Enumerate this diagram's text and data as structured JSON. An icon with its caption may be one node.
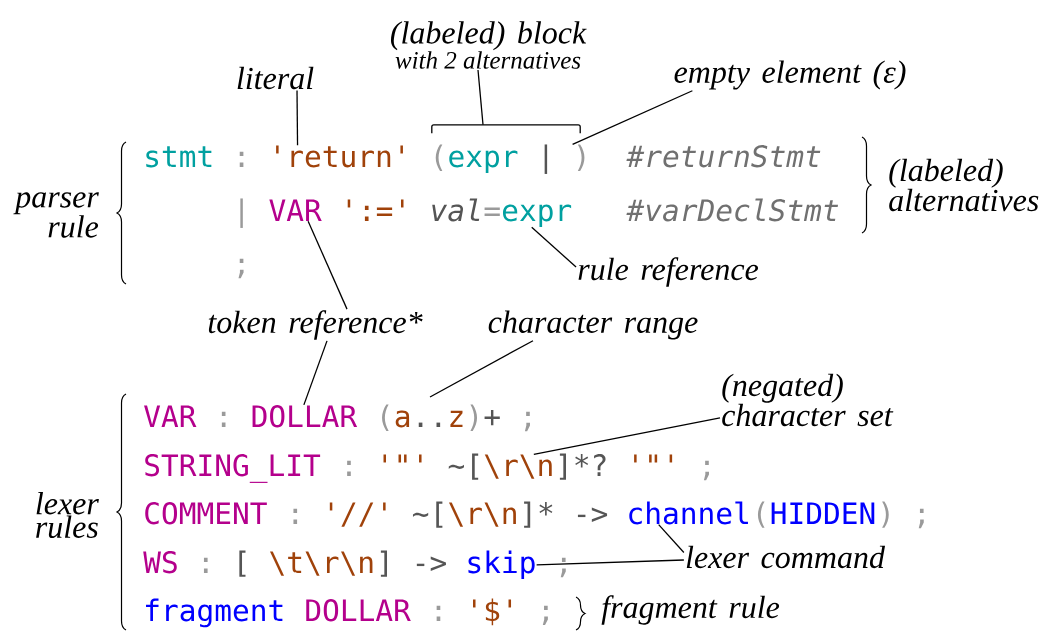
{
  "diagram": {
    "nodes": [
      {
        "text": [
          "(labeled) block",
          "with 2 alternatives"
        ]
      },
      {
        "text": [
          "literal"
        ]
      },
      {
        "text": [
          "empty element (ε)"
        ]
      },
      {
        "text": [],
        "shape": "bracket"
      },
      {
        "text": [
          "'return'"
        ]
      },
      {
        "text": [
          ")"
        ]
      },
      {
        "text": [
          "VAR"
        ]
      },
      {
        "text": [
          "expr"
        ]
      },
      {
        "text": [
          "rule reference"
        ]
      },
      {
        "text": [
          "token reference*"
        ]
      },
      {
        "text": [
          "character range"
        ]
      },
      {
        "text": [
          "(negated) character set"
        ]
      },
      {
        "text": [
          "DOLLAR"
        ]
      },
      {
        "text": [
          "channel"
        ]
      },
      {
        "text": [
          "lexer command"
        ]
      },
      {
        "text": [
          "skip"
        ]
      },
      {
        "text": [
          "\\r\\n"
        ]
      }
    ],
    "edges": [
      {
        "from": 1,
        "to": 4,
        "arrow": "none"
      },
      {
        "from": 0,
        "to": 3,
        "arrow": "none"
      },
      {
        "from": 2,
        "to": 5,
        "arrow": "none"
      },
      {
        "from": 8,
        "to": 7,
        "arrow": "none"
      },
      {
        "from": 9,
        "to": 6,
        "arrow": "none"
      },
      {
        "from": 9,
        "to": 12,
        "arrow": "none"
      },
      {
        "from": 10,
        "to": null,
        "arrow": "none"
      },
      {
        "from": 11,
        "to": 16,
        "arrow": "none"
      },
      {
        "from": 14,
        "to": 13,
        "arrow": "none"
      },
      {
        "from": 14,
        "to": 15,
        "arrow": "none"
      }
    ],
    "labels": [
      "stmt",
      ":",
      "(",
      "expr",
      "|",
      "#returnStmt",
      "parser rule",
      "(labeled) alternatives",
      "|",
      "':='",
      "val",
      "=",
      "#varDeclStmt",
      ";",
      "VAR",
      ":",
      "(",
      "a",
      "..",
      "z",
      ")",
      "+",
      ";",
      "STRING_LIT",
      ":",
      "'\"'",
      "~",
      "[",
      "]",
      "*?",
      "'\"'",
      ";",
      "COMMENT",
      ":",
      "'//'",
      "~",
      "[",
      "\\r\\n",
      "]",
      "*",
      "->",
      "(",
      "HIDDEN",
      ")",
      ";",
      "lexer rules",
      "WS",
      ":",
      "[",
      "\\t\\r\\n",
      "]",
      "->",
      ";",
      "fragment",
      "DOLLAR",
      ":",
      "'$'",
      ";",
      "fragment rule"
    ]
  }
}
